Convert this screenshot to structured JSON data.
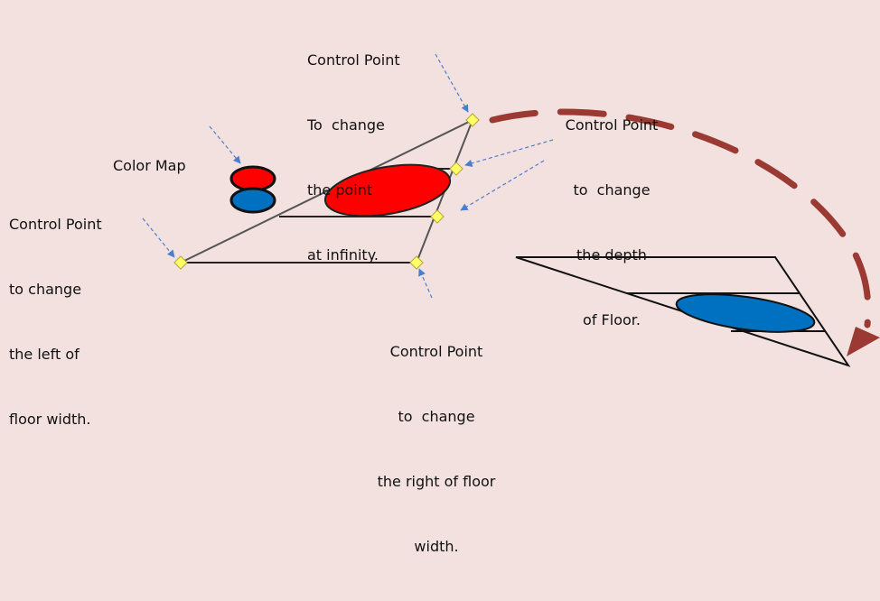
{
  "labels": {
    "infinity": [
      "Control Point",
      "To  change",
      "the point",
      "at infinity."
    ],
    "depth": [
      "Control Point",
      "to  change",
      "the depth",
      "of Floor."
    ],
    "colormap": [
      "Color Map"
    ],
    "left": [
      "Control Point",
      "to change",
      "the left of",
      "floor width."
    ],
    "right": [
      "Control Point",
      "to  change",
      "the right of floor",
      "width."
    ]
  },
  "colors": {
    "background": "#f2e1de",
    "red": "#ff0000",
    "blue": "#0070c0",
    "arrow": "#9b3a32",
    "handle": "#ffff66",
    "leader": "#4a7fd0"
  }
}
